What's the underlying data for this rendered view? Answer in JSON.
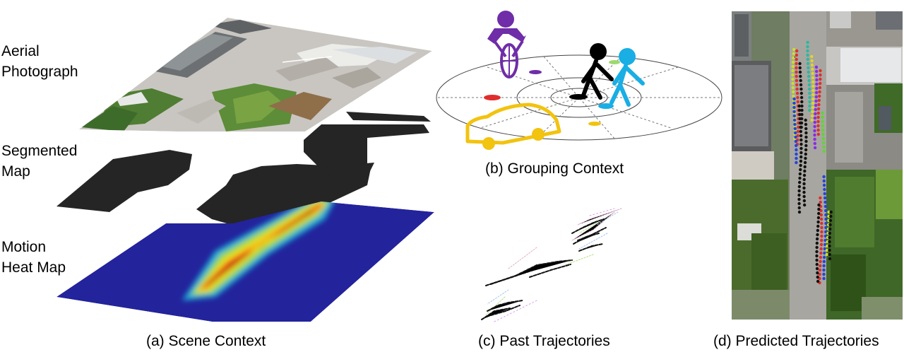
{
  "scene_context": {
    "layers": [
      {
        "id": "aerial",
        "line1": "Aerial",
        "line2": "Photograph"
      },
      {
        "id": "segmented",
        "line1": "Segmented",
        "line2": "Map"
      },
      {
        "id": "heatmap",
        "line1": "Motion",
        "line2": "Heat Map"
      }
    ],
    "caption": "(a) Scene Context"
  },
  "grouping_context": {
    "caption": "(b) Grouping Context"
  },
  "past_trajectories": {
    "caption": "(c) Past Trajectories"
  },
  "predicted_trajectories": {
    "caption": "(d) Predicted Trajectories"
  },
  "colors": {
    "cyclist": "#6f2da8",
    "pedestrian_black": "#000000",
    "pedestrian_cyan": "#19aee4",
    "car": "#f2c30f",
    "heat_background": "#23239c"
  }
}
